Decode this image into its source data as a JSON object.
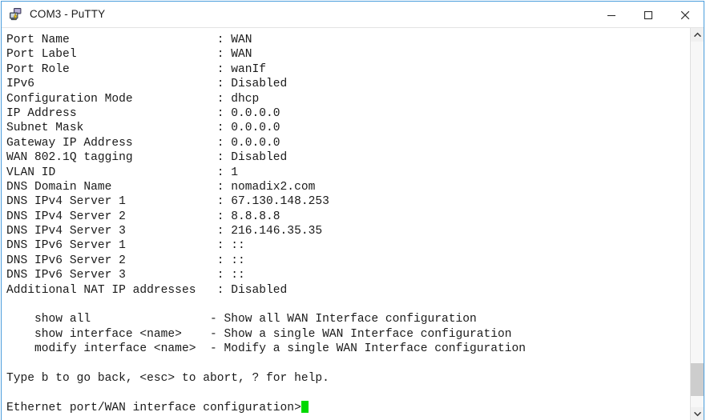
{
  "window": {
    "title": "COM3 - PuTTY",
    "icon": "putty-icon",
    "buttons": {
      "minimize": "minimize-button",
      "maximize": "maximize-button",
      "close": "close-button"
    }
  },
  "terminal": {
    "prompt_cursor_color": "#00d900",
    "foreground_color": "#1a1a1a",
    "background_color": "#ffffff",
    "config_rows": [
      {
        "label": "Port Name",
        "value": "WAN"
      },
      {
        "label": "Port Label",
        "value": "WAN"
      },
      {
        "label": "Port Role",
        "value": "wanIf"
      },
      {
        "label": "IPv6",
        "value": "Disabled"
      },
      {
        "label": "Configuration Mode",
        "value": "dhcp"
      },
      {
        "label": "IP Address",
        "value": "0.0.0.0"
      },
      {
        "label": "Subnet Mask",
        "value": "0.0.0.0"
      },
      {
        "label": "Gateway IP Address",
        "value": "0.0.0.0"
      },
      {
        "label": "WAN 802.1Q tagging",
        "value": "Disabled"
      },
      {
        "label": "VLAN ID",
        "value": "1"
      },
      {
        "label": "DNS Domain Name",
        "value": "nomadix2.com"
      },
      {
        "label": "DNS IPv4 Server 1",
        "value": "67.130.148.253"
      },
      {
        "label": "DNS IPv4 Server 2",
        "value": "8.8.8.8"
      },
      {
        "label": "DNS IPv4 Server 3",
        "value": "216.146.35.35"
      },
      {
        "label": "DNS IPv6 Server 1",
        "value": "::"
      },
      {
        "label": "DNS IPv6 Server 2",
        "value": "::"
      },
      {
        "label": "DNS IPv6 Server 3",
        "value": "::"
      },
      {
        "label": "Additional NAT IP addresses",
        "value": "Disabled"
      }
    ],
    "commands": [
      {
        "command": "show all",
        "description": "Show all WAN Interface configuration"
      },
      {
        "command": "show interface <name>",
        "description": "Show a single WAN Interface configuration"
      },
      {
        "command": "modify interface <name>",
        "description": "Modify a single WAN Interface configuration"
      }
    ],
    "help_line": "Type b to go back, <esc> to abort, ? for help.",
    "prompt": "Ethernet port/WAN interface configuration>"
  },
  "scrollbar": {
    "up_arrow": "chevron-up-icon",
    "down_arrow": "chevron-down-icon",
    "thumb_top_percent": 88,
    "thumb_height_percent": 9
  }
}
